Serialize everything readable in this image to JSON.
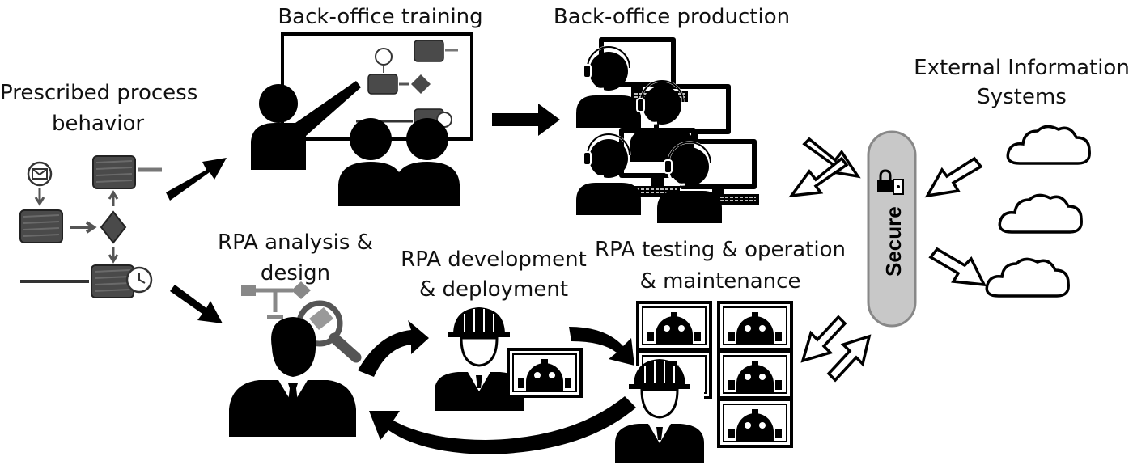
{
  "labels": {
    "prescribed": [
      "Prescribed process",
      "behavior"
    ],
    "training": "Back-office training",
    "production": "Back-office production",
    "external": [
      "External Information",
      "Systems"
    ],
    "analysis": [
      "RPA analysis &",
      "design"
    ],
    "development": [
      "RPA development",
      "& deployment"
    ],
    "testing": [
      "RPA testing & operation",
      "& maintenance"
    ],
    "secure": "Secure"
  },
  "colors": {
    "ink": "#000000",
    "dark_gray": "#555555",
    "light_gray": "#c8c8c8",
    "mid_gray": "#888888",
    "background": "#ffffff"
  },
  "icons": [
    "envelope-icon",
    "clock-icon",
    "teacher-icon",
    "headset-operator-icon",
    "cloud-icon",
    "padlock-icon",
    "magnifier-icon",
    "businessman-icon",
    "hardhat-worker-icon",
    "robot-screen-icon"
  ]
}
